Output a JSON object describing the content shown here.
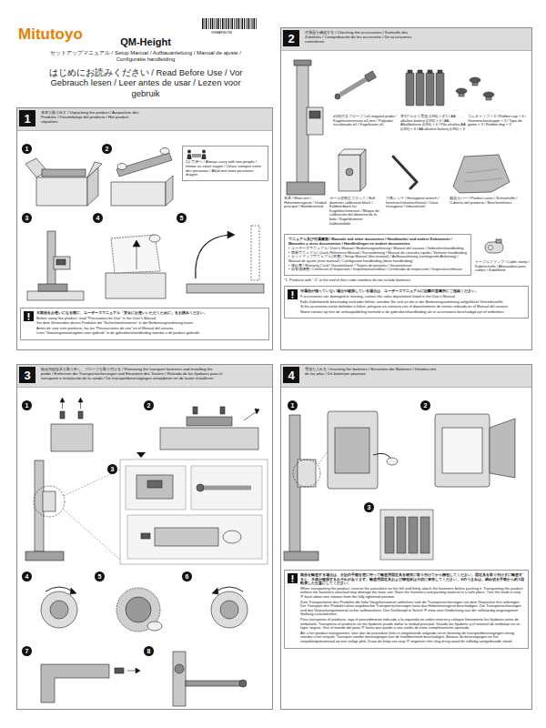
{
  "diagram": {
    "title": "QM-Height",
    "nodes": [
      {
        "text": [
          "本体を取り出す / Unpacking the product / Auspacken des Produkts / Desembalaje del producto / Het product uitpakken"
        ]
      },
      {
        "text": [
          "1"
        ],
        "in": 0
      },
      {
        "text": [
          "1"
        ],
        "in": 0
      },
      {
        "text": [
          "2"
        ],
        "in": 0
      },
      {
        "text": [
          "3"
        ],
        "in": 0
      },
      {
        "text": [
          "4"
        ],
        "in": 0
      },
      {
        "text": [
          "5"
        ],
        "in": 0
      },
      {
        "text": [
          "2人で持つ / Always carry with two people / Immer zu zweit tragen / Llevar siempre entre dos personas / Altijd met twee personen dragen"
        ],
        "in": 0
      },
      {
        "text": [
          "本製品をお使いになる前に、ユーザーズマニュアル「安全にお使いいただくために」をお読みください。",
          "Before using this product, read \"Precautions for Use\" in the User's Manual.",
          "Vor dem Verwenden dieses Produkts die \"Sicherheitshinweise\" in der Bedienungsanleitung lesen.",
          "Antes de usar este producto, lea las \"Precauciones de uso\" en el Manual del usuario.",
          "Lees \"Voorzorgsmaatregelen voor gebruik\" in de gebruikershandleiding voordat u dit product gebruikt."
        ],
        "in": 0
      },
      {
        "text": [
          "付属品を確認する / Checking the accessories / Kontrolle des Zubehörs / Comprobación de los accesorios / De accessoires controleren"
        ]
      },
      {
        "text": [
          "2"
        ],
        "in": 9
      },
      {
        "text": [
          "マニュアル及び付属書類 / Manuals and other documents / Handbücher und andere Dokumente / Manuales y otros documentos / Handleidingen en andere documenten",
          "• ユーザーズマニュアル / User's Manual / Bedienungsanleitung / Manual del usuario / Gebruikershandleiding",
          "• 簡易マニュアル / Quick Reference Manual / Kurzanleitung / Manual de consulta rápida / Verkorte handleiding",
          "• セットアップマニュアル (本書) / Setup Manual (this manual) / Aufbauanleitung (vorliegende Anleitung) / Manual de ajuste (este manual) / Configuratie handleiding (deze handleiding)",
          "• 保証書 / Warranty Card / Garantiekarte / Tarjeta de garantía / Garantiekaart",
          "• 検査成績書 / Certificate of Inspection / Inspektionszertifikat / Certificado de inspección / Inspectiecertificaat"
        ],
        "in": 9
      },
      {
        "text": [
          "付属品が揃っていない場合や破損している場合は、ユーザーズマニュアルに記載の営業所にご連絡ください。",
          "If accessories are damaged or missing, contact the sales department listed in the User's Manual.",
          "Falls Zubehörteile beschädigt sind oder fehlen, wenden Sie sich an die in der Bedienungsanleitung aufgeführte Vertriebsstelle.",
          "Si los accesorios están dañados o faltan, póngase en contacto con el departamento de ventas indicado en el Manual del usuario.",
          "Neem contact op met de verkoopafdeling vermeld in de gebruikershandleiding als er accessoires beschadigd zijn of ontbreken."
        ],
        "in": 9
      },
      {
        "text": [
          "輸送用固定具を取り外し、プローブを取り付ける / Removing the transport fasteners and installing the probe / Entfernen der Transportsicherungen und Einsetzen des Tasters / Retirada de los fijadores para el transporte e instalación de la sonda / De transportbevestigingen verwijderen en de taster installeren"
        ]
      },
      {
        "text": [
          "3"
        ],
        "in": 13
      },
      {
        "text": [
          "1"
        ],
        "in": 13
      },
      {
        "text": [
          "2"
        ],
        "in": 13
      },
      {
        "text": [
          "3"
        ],
        "in": 13
      },
      {
        "text": [
          "4"
        ],
        "in": 13
      },
      {
        "text": [
          "5"
        ],
        "in": 13
      },
      {
        "text": [
          "6"
        ],
        "in": 13
      },
      {
        "text": [
          "7"
        ],
        "in": 13
      },
      {
        "text": [
          "8"
        ],
        "in": 13
      },
      {
        "text": [
          "電池を入れる / Inserting the batteries / Einsetzen der Batterien / Introducción de las pilas / De batterijen plaatsen"
        ]
      },
      {
        "text": [
          "4"
        ],
        "in": 23
      },
      {
        "text": [
          "1"
        ],
        "in": 23
      },
      {
        "text": [
          "2"
        ],
        "in": 23
      },
      {
        "text": [
          "3"
        ],
        "in": 23
      },
      {
        "text": [
          "製品を輸送する場合は、左記の手順を逆に行って輸送用固定具を確実に取り付けてから梱包してください。固定具を取り付けずに輸送すると、本体が破損するおそれがあります。輸送用固定具および梱包材は大切に保管してください。⑥のつまみは、締め切る手前から約1回転戻した位置にしてください。",
          "When transporting the product, reverse the procedure on the left and firmly attach the fasteners before packing it. Transporting the product without the fasteners attached may damage the main unit. Store the fasteners and packing material in a safe place. Turn the knob in step ⑥ back about one rotation from the fully tightened position.",
          "Zum Transportieren des Produkts die linke Vorgehensweise umkehren und die Transportsicherungen vor dem Verpacken fest anbringen. Der Transport des Produkts ohne angebrachte Transportsicherungen kann das Höhenmessgerät beschädigen. Die Transportsicherungen und das Verpackungsmaterial sicher aufbewahren. Den Drehknopf in Schritt ⑥ etwa eine Umdrehung aus der vollständig angezogenen Stellung zurückdrehen.",
          "Para transportar el producto, siga el procedimiento indicado a la izquierda en orden inverso y coloque firmemente los fijadores antes de embalarlo. Transportar el producto sin los fijadores puede dañar la unidad principal. Guarde los fijadores y el material de embalaje en un lugar seguro. Gire el mando del paso ⑥ hasta que quede a una vuelta de estar completamente apretado.",
          "Als u het product transporteert, voer dan de procedure links in omgekeerde volgorde uit en bevestig de transportbevestigingen stevig voordat u het verpakt. Transport zonder bevestigingen kan de hoofdeenheid beschadigen. Bewaar de bevestigingen en het verpakkingsmateriaal op een veilige plek. Draai de knop van stap ⑥ ongeveer één slag terug vanaf de volledig aangedraaide stand."
        ],
        "in": 23
      }
    ],
    "labels": [
      "Mitutoyo",
      "99MAF807M",
      "セットアップマニュアル / Setup Manual / Aufbauanleitung / Manual de ajuste / Configuratie handleiding",
      "はじめにお読みください / Read Before Use / Vor Gebrauch lesen / Leer antes de usar / Lezen voor gebruik",
      "ø5段付きプローブ / ø5 stepped probe / Kugeltastereinsatz ø5 mm / Palpador escalonado ø5 / Kogeltaster ø5",
      "単3アルカリ電池 (LR6) × 4*1 / AA alkaline battery (LR6) × 4 / AA-Alkalibatterie (LR6) × 4 / Pila alcalina AA (LR6) × 4 / AA alkaline batterij (LR6) × 4",
      "ゴムキャップ × 3 / Rubber cap × 3 / Gummischutzkappe × 3 / Tapa de goma × 3 / Rubber dop × 3",
      "本体 / Main unit / Höhenmessgerät / Unidad principal / Hoofdeenheid",
      "ボール径校正ブロック / Ball diameter calibration block / Kalibrierblock für Kugeldurchmesser / Bloque de calibración del diámetro de la bola / Kogeldiameter kalibratieblok",
      "六角レンチ / Hexagonal wrench / Innensechskantschlüssel / Llave hexagonal / Inbussleutel",
      "製品カバー / Product cover / Schutzhülle / Cubierta del producto / Beschermhoes",
      "ケーブルクランプ / Cable clamp / Kabelschelle / Abrazadera para cables / Kabelklem",
      "*1: Products with \"-1\" at the end of their code numbers do not include batteries."
    ]
  }
}
